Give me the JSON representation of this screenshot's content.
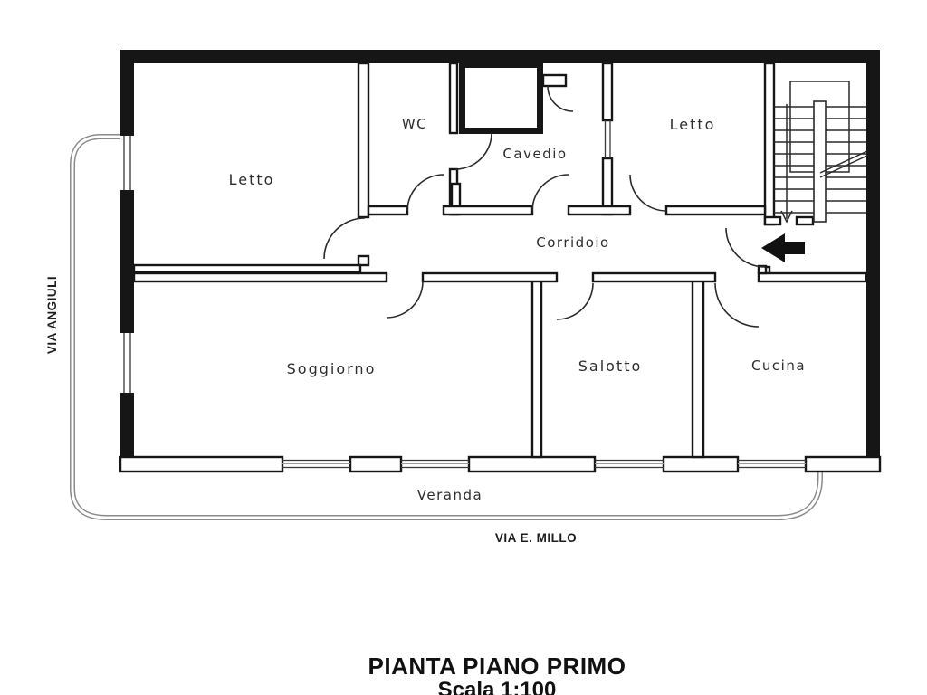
{
  "plan": {
    "rooms": {
      "letto1": {
        "label": "Letto"
      },
      "wc": {
        "label": "WC"
      },
      "cavedio": {
        "label": "Cavedio"
      },
      "letto2": {
        "label": "Letto"
      },
      "corridoio": {
        "label": "Corridoio"
      },
      "soggiorno": {
        "label": "Soggiorno"
      },
      "salotto": {
        "label": "Salotto"
      },
      "cucina": {
        "label": "Cucina"
      },
      "veranda": {
        "label": "Veranda"
      }
    },
    "streets": {
      "left": {
        "name": "VIA ANGIULI"
      },
      "bottom": {
        "name": "VIA E. MILLO"
      }
    },
    "icons": {
      "entrance_arrow": "left-arrow",
      "stair_direction": "down-arrow"
    },
    "colors": {
      "wall": "#161616",
      "line": "#2a2a2a",
      "road": "#8a8a8a",
      "label": "#2d2d2d"
    }
  },
  "caption": {
    "title": "PIANTA PIANO PRIMO",
    "scale": "Scala 1:100"
  }
}
